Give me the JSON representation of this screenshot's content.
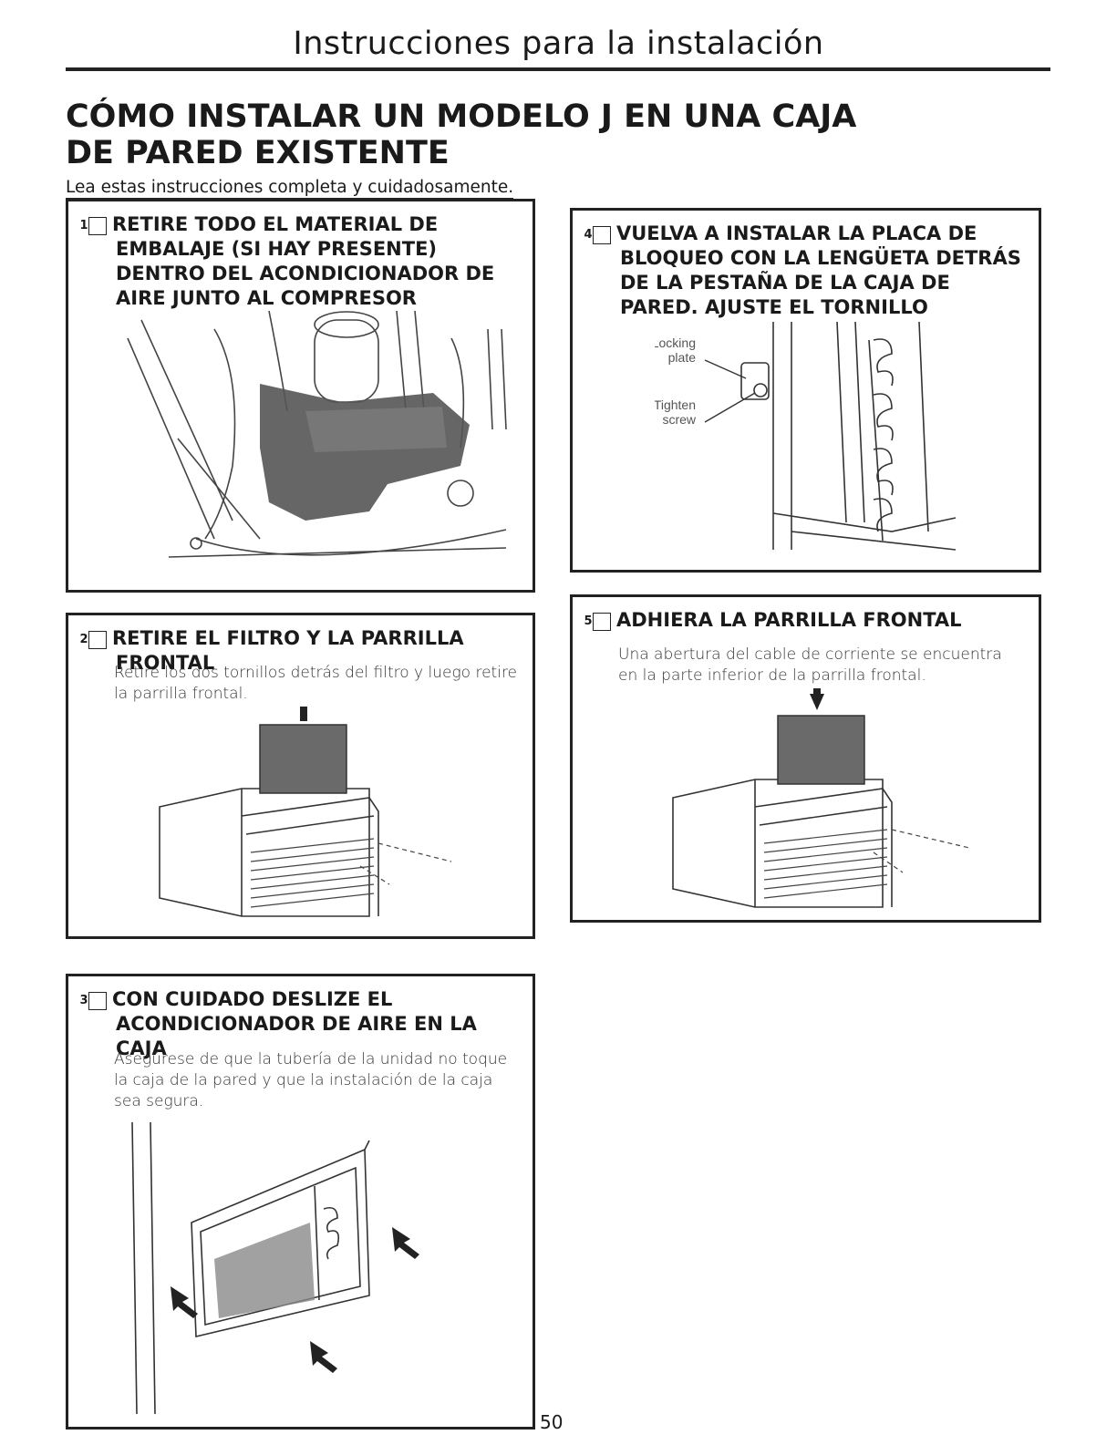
{
  "header": {
    "title": "Instrucciones para la instalación"
  },
  "page": {
    "title_line1": "CÓMO INSTALAR UN MODELO J EN UNA CAJA",
    "title_line2": "DE PARED EXISTENTE",
    "subtitle": "Lea estas instrucciones completa y cuidadosamente.",
    "page_number": "50"
  },
  "steps": {
    "s1": {
      "num": "1",
      "heading": "RETIRE TODO EL MATERIAL DE EMBALAJE (SI HAY PRESENTE) DENTRO DEL ACONDICIONADOR DE AIRE JUNTO AL COMPRESOR"
    },
    "s2": {
      "num": "2",
      "heading": "RETIRE EL FILTRO Y LA PARRILLA FRONTAL",
      "body": "Retire los dos tornillos detrás del filtro y luego retire la parrilla frontal."
    },
    "s3": {
      "num": "3",
      "heading": "CON CUIDADO DESLIZE EL ACONDICIONADOR DE AIRE EN LA CAJA",
      "body": "Asegúrese de que la tubería de la unidad no toque la caja de la pared y que la instalación de la caja sea segura."
    },
    "s4": {
      "num": "4",
      "heading": "VUELVA A INSTALAR LA PLACA DE BLOQUEO CON LA LENGÜETA DETRÁS DE LA PESTAÑA DE LA CAJA DE PARED. AJUSTE EL TORNILLO",
      "callout_locking_1": "Locking",
      "callout_locking_2": "plate",
      "callout_tighten_1": "Tighten",
      "callout_tighten_2": "screw"
    },
    "s5": {
      "num": "5",
      "heading": "ADHIERA LA PARRILLA FRONTAL",
      "body": "Una abertura del cable de corriente se encuentra en la parte inferior de la parrilla frontal."
    }
  }
}
